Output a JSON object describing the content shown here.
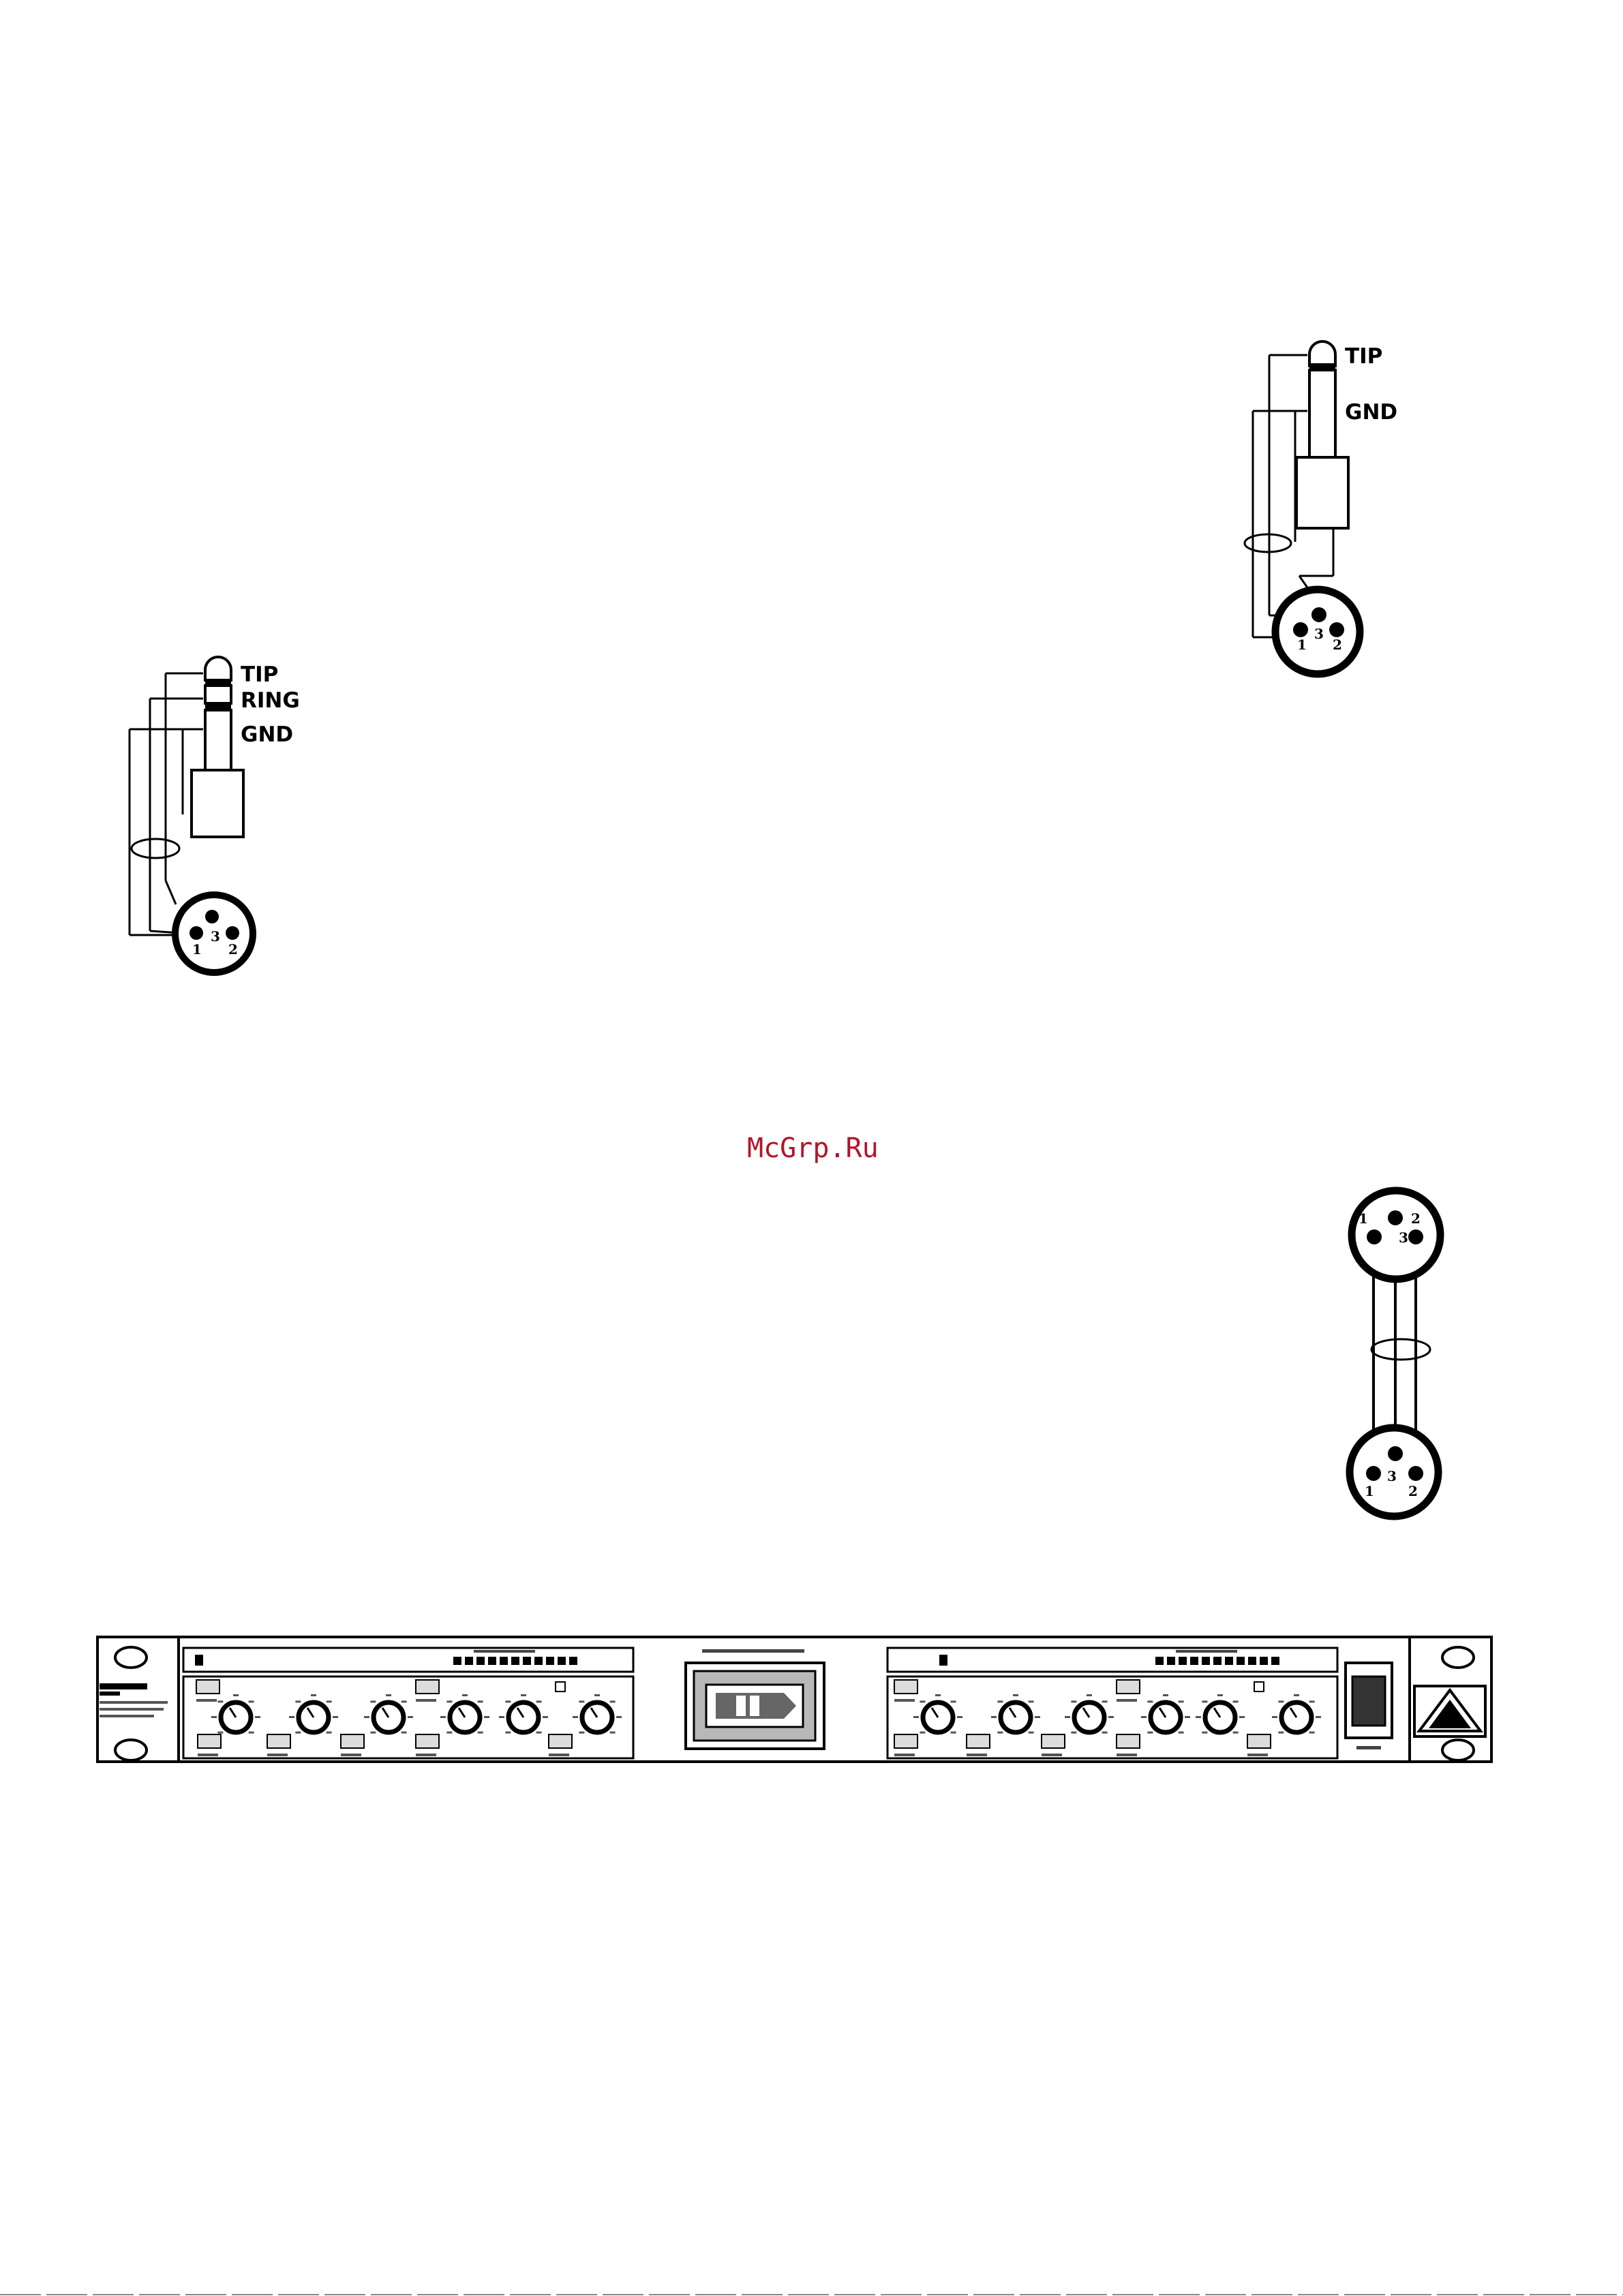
{
  "watermark": "McGrp.Ru",
  "colors": {
    "ink": "#000000",
    "watermark": "#b3142a",
    "button_fill": "#dcdcdc"
  },
  "diagrams": {
    "trs_to_xlr": {
      "tip": "TIP",
      "ring": "RING",
      "gnd": "GND",
      "pin1": "1",
      "pin2": "2",
      "pin3": "3"
    },
    "ts_to_xlr": {
      "tip": "TIP",
      "gnd": "GND",
      "pin1": "1",
      "pin2": "2",
      "pin3": "3"
    },
    "xlr_to_xlr": {
      "top_pin1": "1",
      "top_pin2": "2",
      "top_pin3": "3",
      "bottom_pin1": "1",
      "bottom_pin2": "2",
      "bottom_pin3": "3"
    }
  },
  "front_panel": {
    "icons": [
      "screw-hole-icon",
      "lock-icon",
      "tube-window-icon",
      "power-switch-icon",
      "warning-triangle-icon"
    ]
  }
}
